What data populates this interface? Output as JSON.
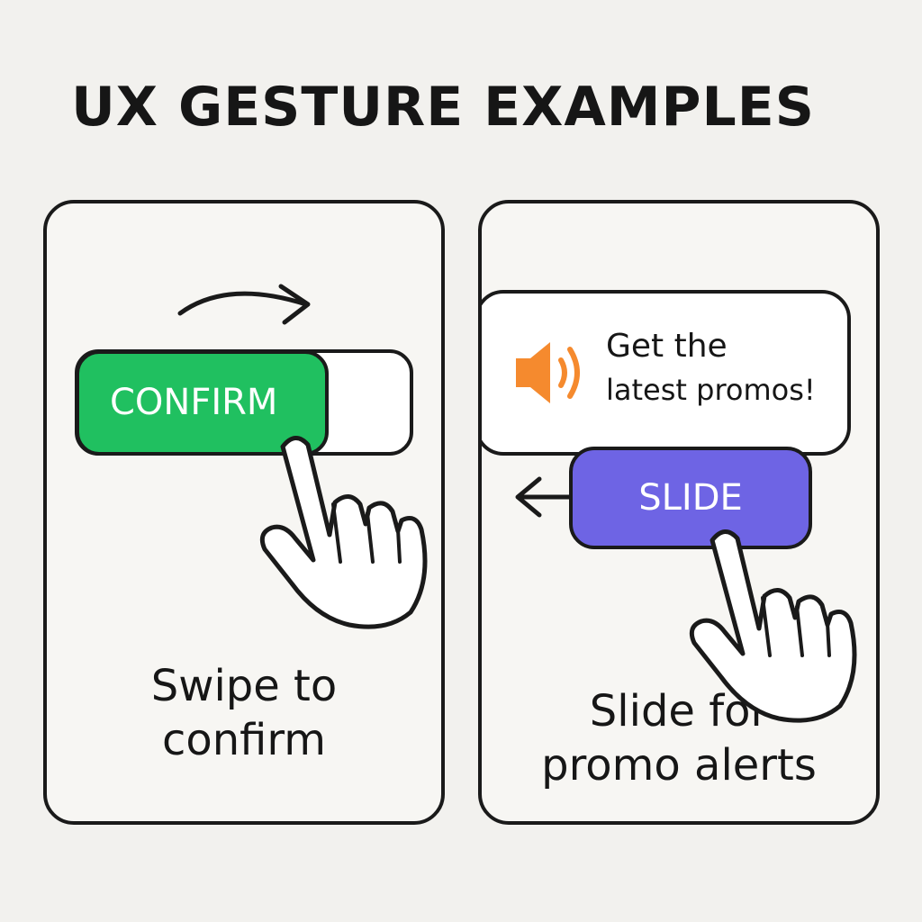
{
  "title": "UX GESTURE EXAMPLES",
  "left_panel": {
    "button_label": "CONFIRM",
    "caption_line1": "Swipe to",
    "caption_line2": "confirm",
    "button_color": "#20c060",
    "gesture_direction": "right"
  },
  "right_panel": {
    "promo_line1": "Get the",
    "promo_line2": "latest promos!",
    "button_label": "SLIDE",
    "caption_line1": "Slide for",
    "caption_line2": "promo alerts",
    "button_color": "#6e64e4",
    "icon_color": "#f58a2e",
    "gesture_direction": "left"
  },
  "icons": [
    "curved-arrow-right-icon",
    "pointing-hand-icon",
    "speaker-icon",
    "arrow-left-icon"
  ]
}
